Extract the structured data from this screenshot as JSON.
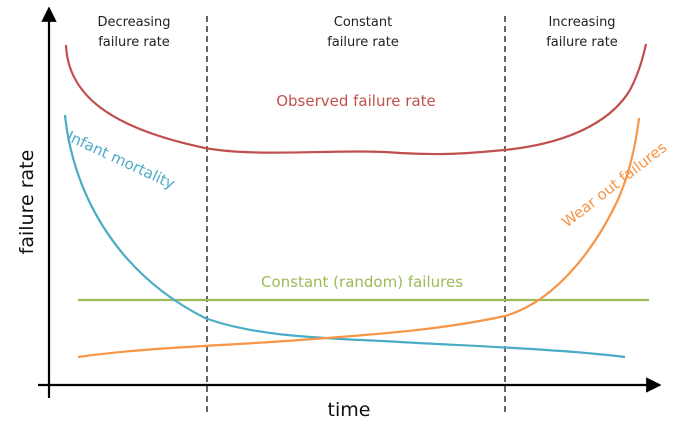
{
  "regions": {
    "decreasing": {
      "line1": "Decreasing",
      "line2": "failure rate"
    },
    "constant": {
      "line1": "Constant",
      "line2": "failure rate"
    },
    "increasing": {
      "line1": "Increasing",
      "line2": "failure rate"
    }
  },
  "axes": {
    "x_label": "time",
    "y_label": "failure rate"
  },
  "curves": {
    "observed": {
      "label": "Observed failure rate",
      "color": "#c0504d"
    },
    "infant": {
      "label": "Infant mortality",
      "color": "#4bacc6"
    },
    "constant": {
      "label": "Constant (random) failures",
      "color": "#9bbb59"
    },
    "wearout": {
      "label": "Wear out failures",
      "color": "#f79646"
    }
  }
}
